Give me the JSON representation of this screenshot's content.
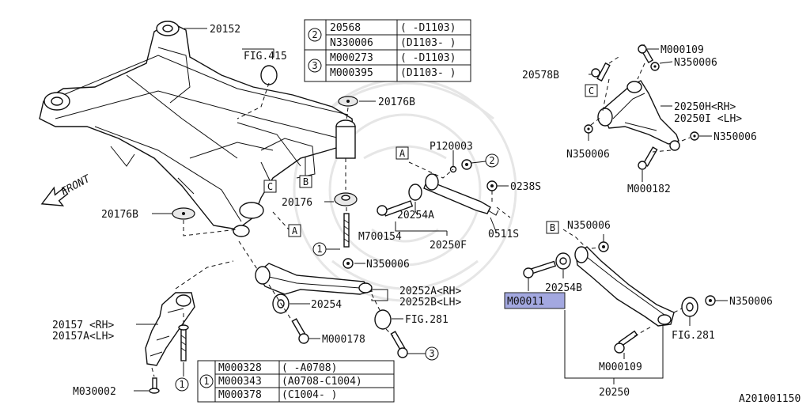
{
  "labels": {
    "p20152": "20152",
    "fig415": "FIG.415",
    "p20176b_top": "20176B",
    "p20176b_left": "20176B",
    "p20176": "20176",
    "front": "FRONT",
    "p20578b": "20578B",
    "m000109_top": "M000109",
    "n350006_r1": "N350006",
    "p20250h": "20250H<RH>",
    "p20250i": "20250I <LH>",
    "n350006_r2": "N350006",
    "n350006_r3": "N350006",
    "m000182": "M000182",
    "p120003": "P120003",
    "p0238s": "0238S",
    "p20254a": "20254A",
    "m700154": "M700154",
    "p20250f": "20250F",
    "p0511s": "0511S",
    "n350006_b": "N350006",
    "n350006_mid": "N350006",
    "p20252a": "20252A<RH>",
    "p20252b": "20252B<LH>",
    "p20254_mid": "20254",
    "p20254b": "20254B",
    "m00011": "M00011",
    "n350006_br": "N350006",
    "fig281_mid": "FIG.281",
    "fig281_r": "FIG.281",
    "m000178": "M000178",
    "m000109_b": "M000109",
    "p20250": "20250",
    "p20157": "20157 <RH>",
    "p20157a": "20157A<LH>",
    "m030002": "M030002",
    "code": "A201001150"
  },
  "markers": {
    "a": "A",
    "b": "B",
    "c": "C",
    "one": "1",
    "two": "2",
    "three": "3"
  },
  "top_table": [
    {
      "group": "2",
      "part": "20568",
      "range": "( -D1103)"
    },
    {
      "group": "2",
      "part": "N330006",
      "range": "(D1103- )"
    },
    {
      "group": "3",
      "part": "M000273",
      "range": "( -D1103)"
    },
    {
      "group": "3",
      "part": "M000395",
      "range": "(D1103- )"
    }
  ],
  "bottom_table": [
    {
      "group": "1",
      "part": "M000328",
      "range": "( -A0708)"
    },
    {
      "group": "1",
      "part": "M000343",
      "range": "(A0708-C1004)"
    },
    {
      "group": "1",
      "part": "M000378",
      "range": "(C1004- )"
    }
  ],
  "colors": {
    "highlight": "#a3a8e0",
    "line": "#111111"
  }
}
